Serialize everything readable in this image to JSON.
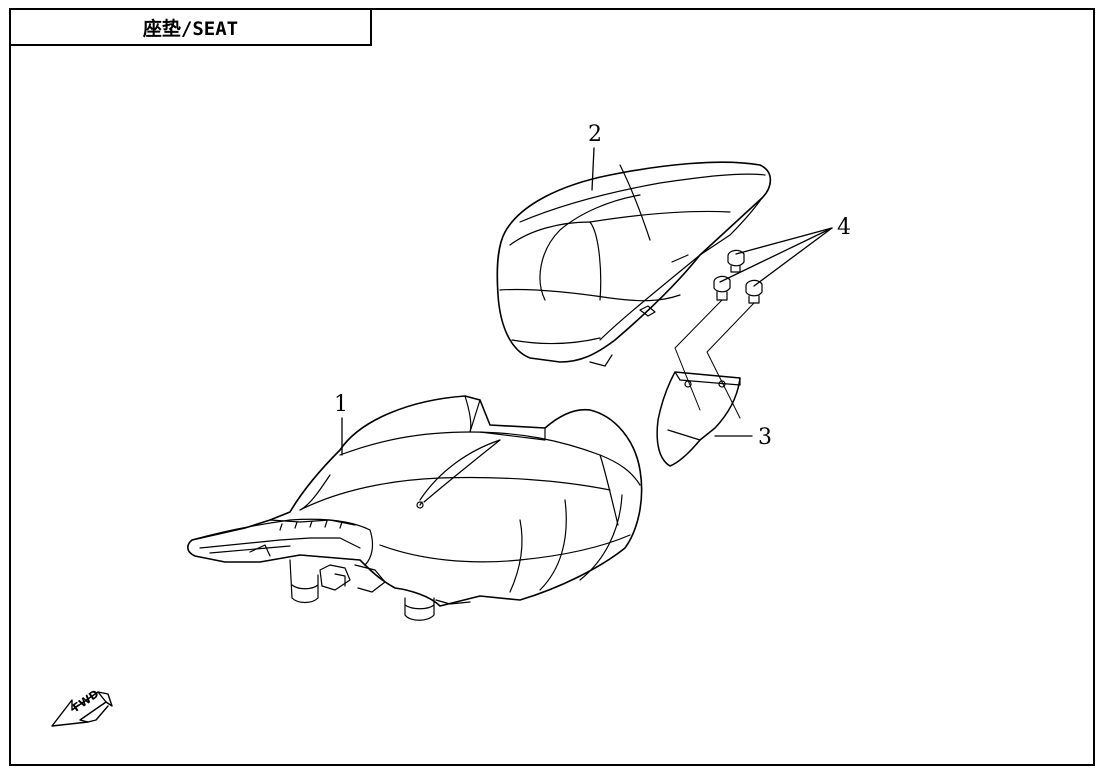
{
  "title": "座垫/SEAT",
  "callouts": {
    "c1": "1",
    "c2": "2",
    "c3": "3",
    "c4": "4"
  },
  "fwd_label": "FWD",
  "line_color": "#000000",
  "background_color": "#ffffff"
}
